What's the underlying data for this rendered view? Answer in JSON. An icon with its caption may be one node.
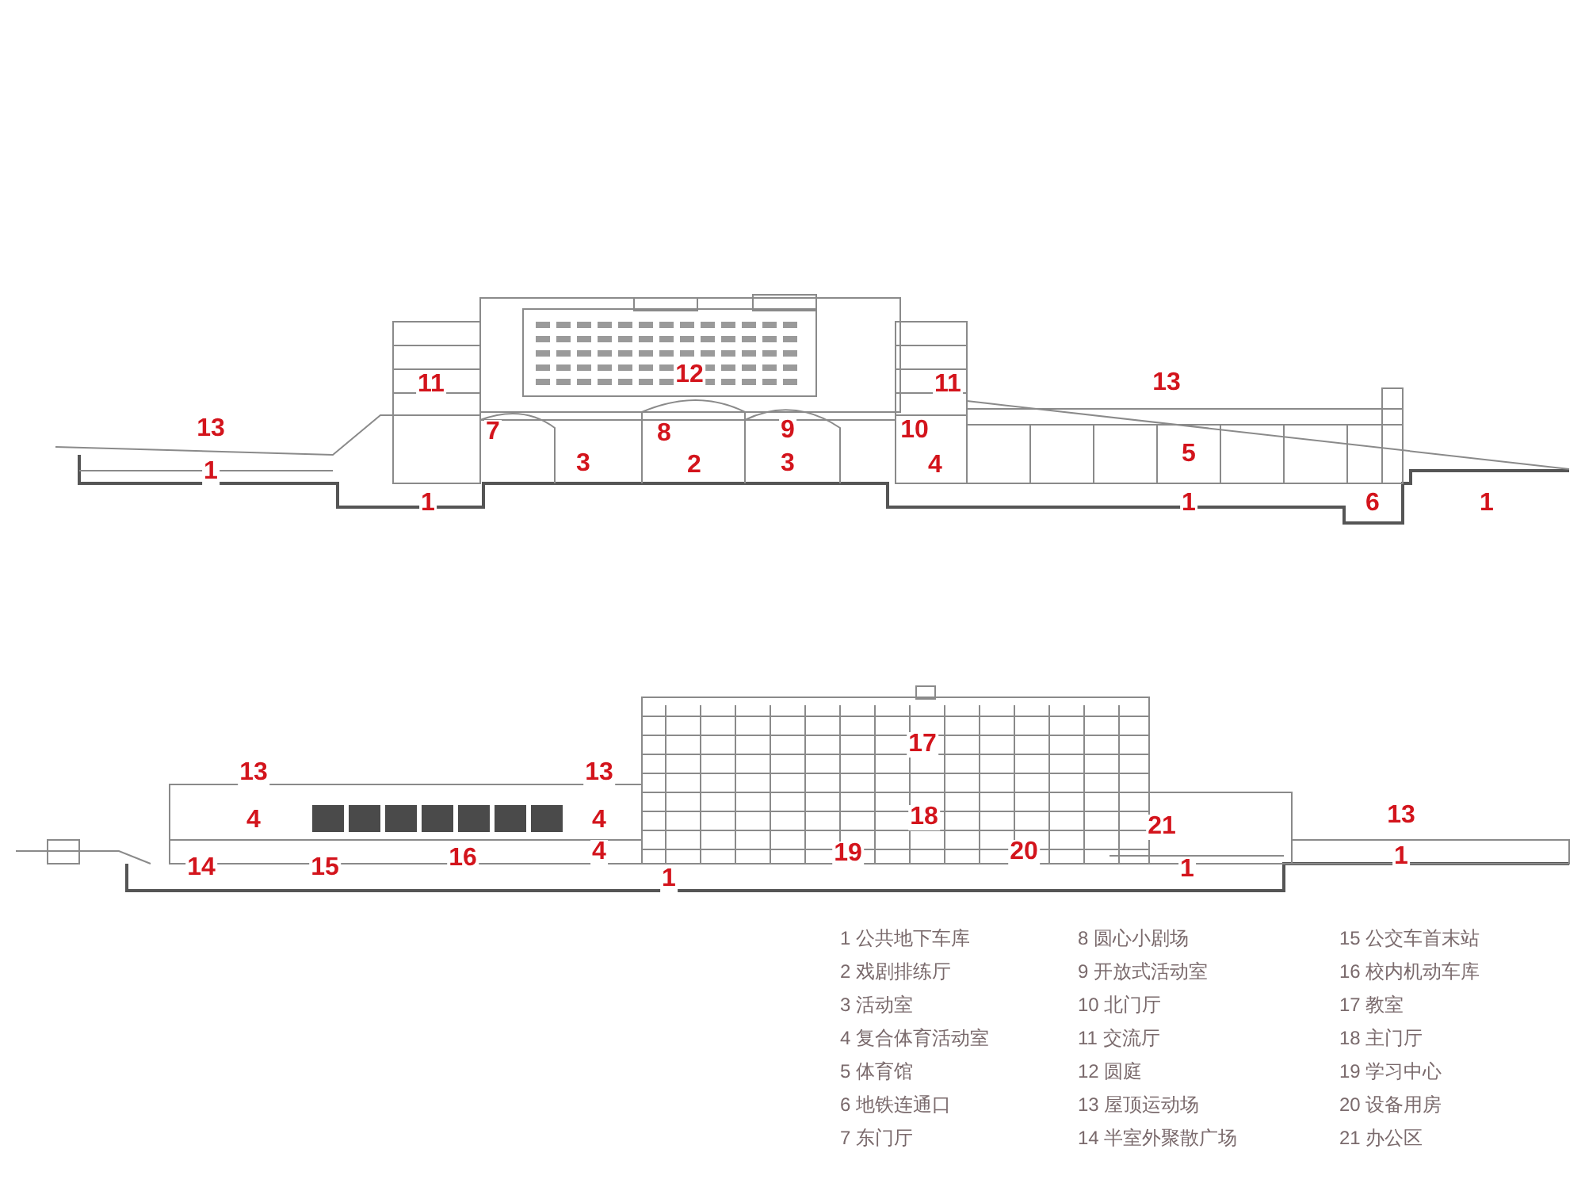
{
  "diagram": {
    "labels": [
      "11",
      "12",
      "11",
      "13",
      "13",
      "7",
      "8",
      "9",
      "10",
      "1",
      "3",
      "2",
      "3",
      "4",
      "5",
      "1",
      "1",
      "6",
      "1",
      "17",
      "13",
      "13",
      "4",
      "4",
      "18",
      "21",
      "13",
      "14",
      "15",
      "16",
      "4",
      "1",
      "19",
      "20",
      "1",
      "1",
      "1 公共地下车库",
      "2 戏剧排练厅",
      "3 活动室",
      "4 复合体育活动室",
      "5 体育馆",
      "6 地铁连通口",
      "7 东门厅",
      "8 圆心小剧场",
      "9 开放式活动室",
      "10 北门厅",
      "11 交流厅",
      "12 圆庭",
      "13 屋顶运动场",
      "14 半室外聚散广场",
      "15 公交车首末站",
      "16 校内机动车库",
      "17 教室",
      "18 主门厅",
      "19 学习中心",
      "20 设备用房",
      "21 办公区"
    ]
  }
}
